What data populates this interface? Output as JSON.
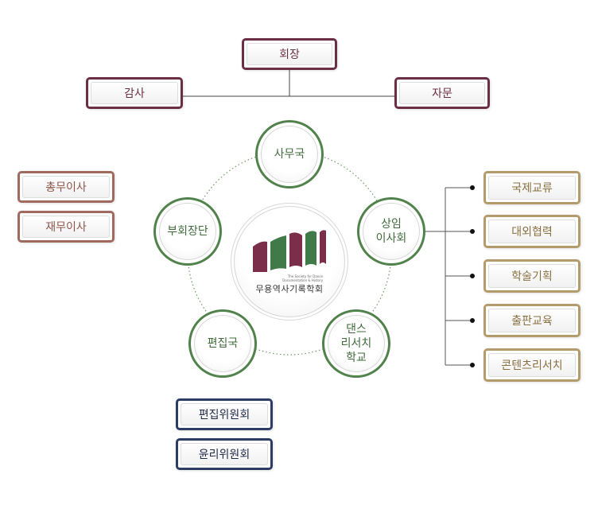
{
  "colors": {
    "top": "#6b2f45",
    "left": "#a06a5e",
    "center": "#52824c",
    "right": "#b49b6b",
    "bottom": "#2d3c62",
    "logo_maroon": "#7a2e4a",
    "logo_green": "#3f7a48"
  },
  "top": {
    "president": "회장",
    "auditor": "감사",
    "advisory": "자문"
  },
  "left_boxes": [
    "총무이사",
    "재무이사"
  ],
  "center": {
    "top": "사무국",
    "right": "상임\n이사회",
    "bottom_right": "댄스\n리서치\n학교",
    "bottom_left": "편집국",
    "left": "부회장단"
  },
  "logo": {
    "subtitle": "The Society for Dance Documentation & History",
    "name": "무용역사기록학회"
  },
  "right_boxes": [
    "국제교류",
    "대외협력",
    "학술기획",
    "출판교육",
    "콘텐츠리서치"
  ],
  "bottom_boxes": [
    "편집위원회",
    "윤리위원회"
  ]
}
